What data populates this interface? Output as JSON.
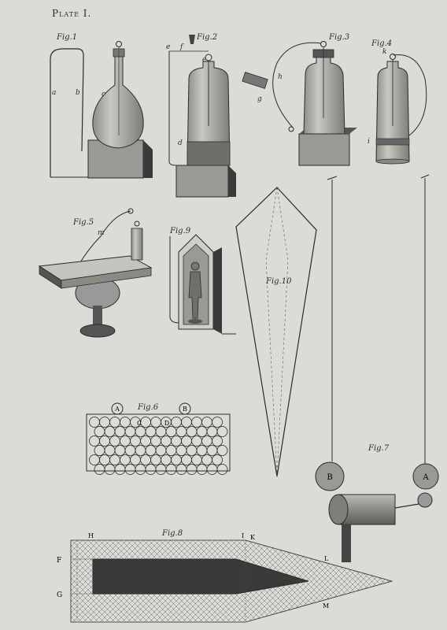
{
  "plate_title": "Plate I.",
  "figures": {
    "fig1": {
      "caption": "Fig.1",
      "labels": {
        "a": "a",
        "b": "b",
        "c": "c"
      }
    },
    "fig2": {
      "caption": "Fig.2",
      "labels": {
        "e1": "e",
        "f": "f",
        "e2": "e",
        "d": "d"
      }
    },
    "fig3": {
      "caption": "Fig.3",
      "labels": {
        "h": "h",
        "g": "g"
      }
    },
    "fig4": {
      "caption": "Fig.4",
      "labels": {
        "k": "k",
        "i": "i"
      }
    },
    "fig5": {
      "caption": "Fig.5",
      "labels": {
        "m": "m"
      }
    },
    "fig6": {
      "caption": "Fig.6",
      "balls": [
        "A",
        "C",
        "D",
        "B"
      ]
    },
    "fig7": {
      "caption": "Fig.7",
      "balls": [
        "B",
        "A"
      ]
    },
    "fig8": {
      "caption": "Fig.8",
      "labels": [
        "H",
        "F",
        "G",
        "I",
        "K",
        "L",
        "M"
      ]
    },
    "fig9": {
      "caption": "Fig.9"
    },
    "fig10": {
      "caption": "Fig.10"
    }
  },
  "colors": {
    "paper": "#dcdcd6",
    "ink": "#2a2a2a",
    "glass": "#a9a9a4",
    "dark": "#3a3a3a"
  }
}
